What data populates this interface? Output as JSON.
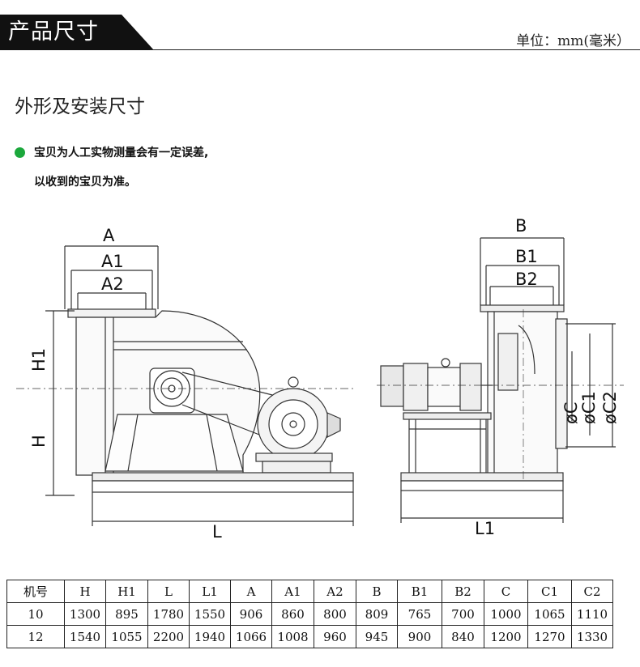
{
  "header": {
    "title": "产品尺寸",
    "unit": "单位：mm(毫米）"
  },
  "section_title": "外形及安装尺寸",
  "note": {
    "line1": "宝贝为人工实物测量会有一定误差,",
    "line2": "以收到的宝贝为准。"
  },
  "drawing_labels": {
    "A": "A",
    "A1": "A1",
    "A2": "A2",
    "H1": "H1",
    "H": "H",
    "L": "L",
    "B": "B",
    "B1": "B1",
    "B2": "B2",
    "L1": "L1",
    "C": "øC",
    "C1": "øC1",
    "C2": "øC2"
  },
  "table": {
    "headers": [
      "机号",
      "H",
      "H1",
      "L",
      "L1",
      "A",
      "A1",
      "A2",
      "B",
      "B1",
      "B2",
      "C",
      "C1",
      "C2"
    ],
    "rows": [
      [
        "10",
        "1300",
        "895",
        "1780",
        "1550",
        "906",
        "860",
        "800",
        "809",
        "765",
        "700",
        "1000",
        "1065",
        "1110"
      ],
      [
        "12",
        "1540",
        "1055",
        "2200",
        "1940",
        "1066",
        "1008",
        "960",
        "945",
        "900",
        "840",
        "1200",
        "1270",
        "1330"
      ]
    ]
  },
  "colors": {
    "header_bg": "#111111",
    "accent_dot": "#1ba83c",
    "line": "#333333"
  }
}
